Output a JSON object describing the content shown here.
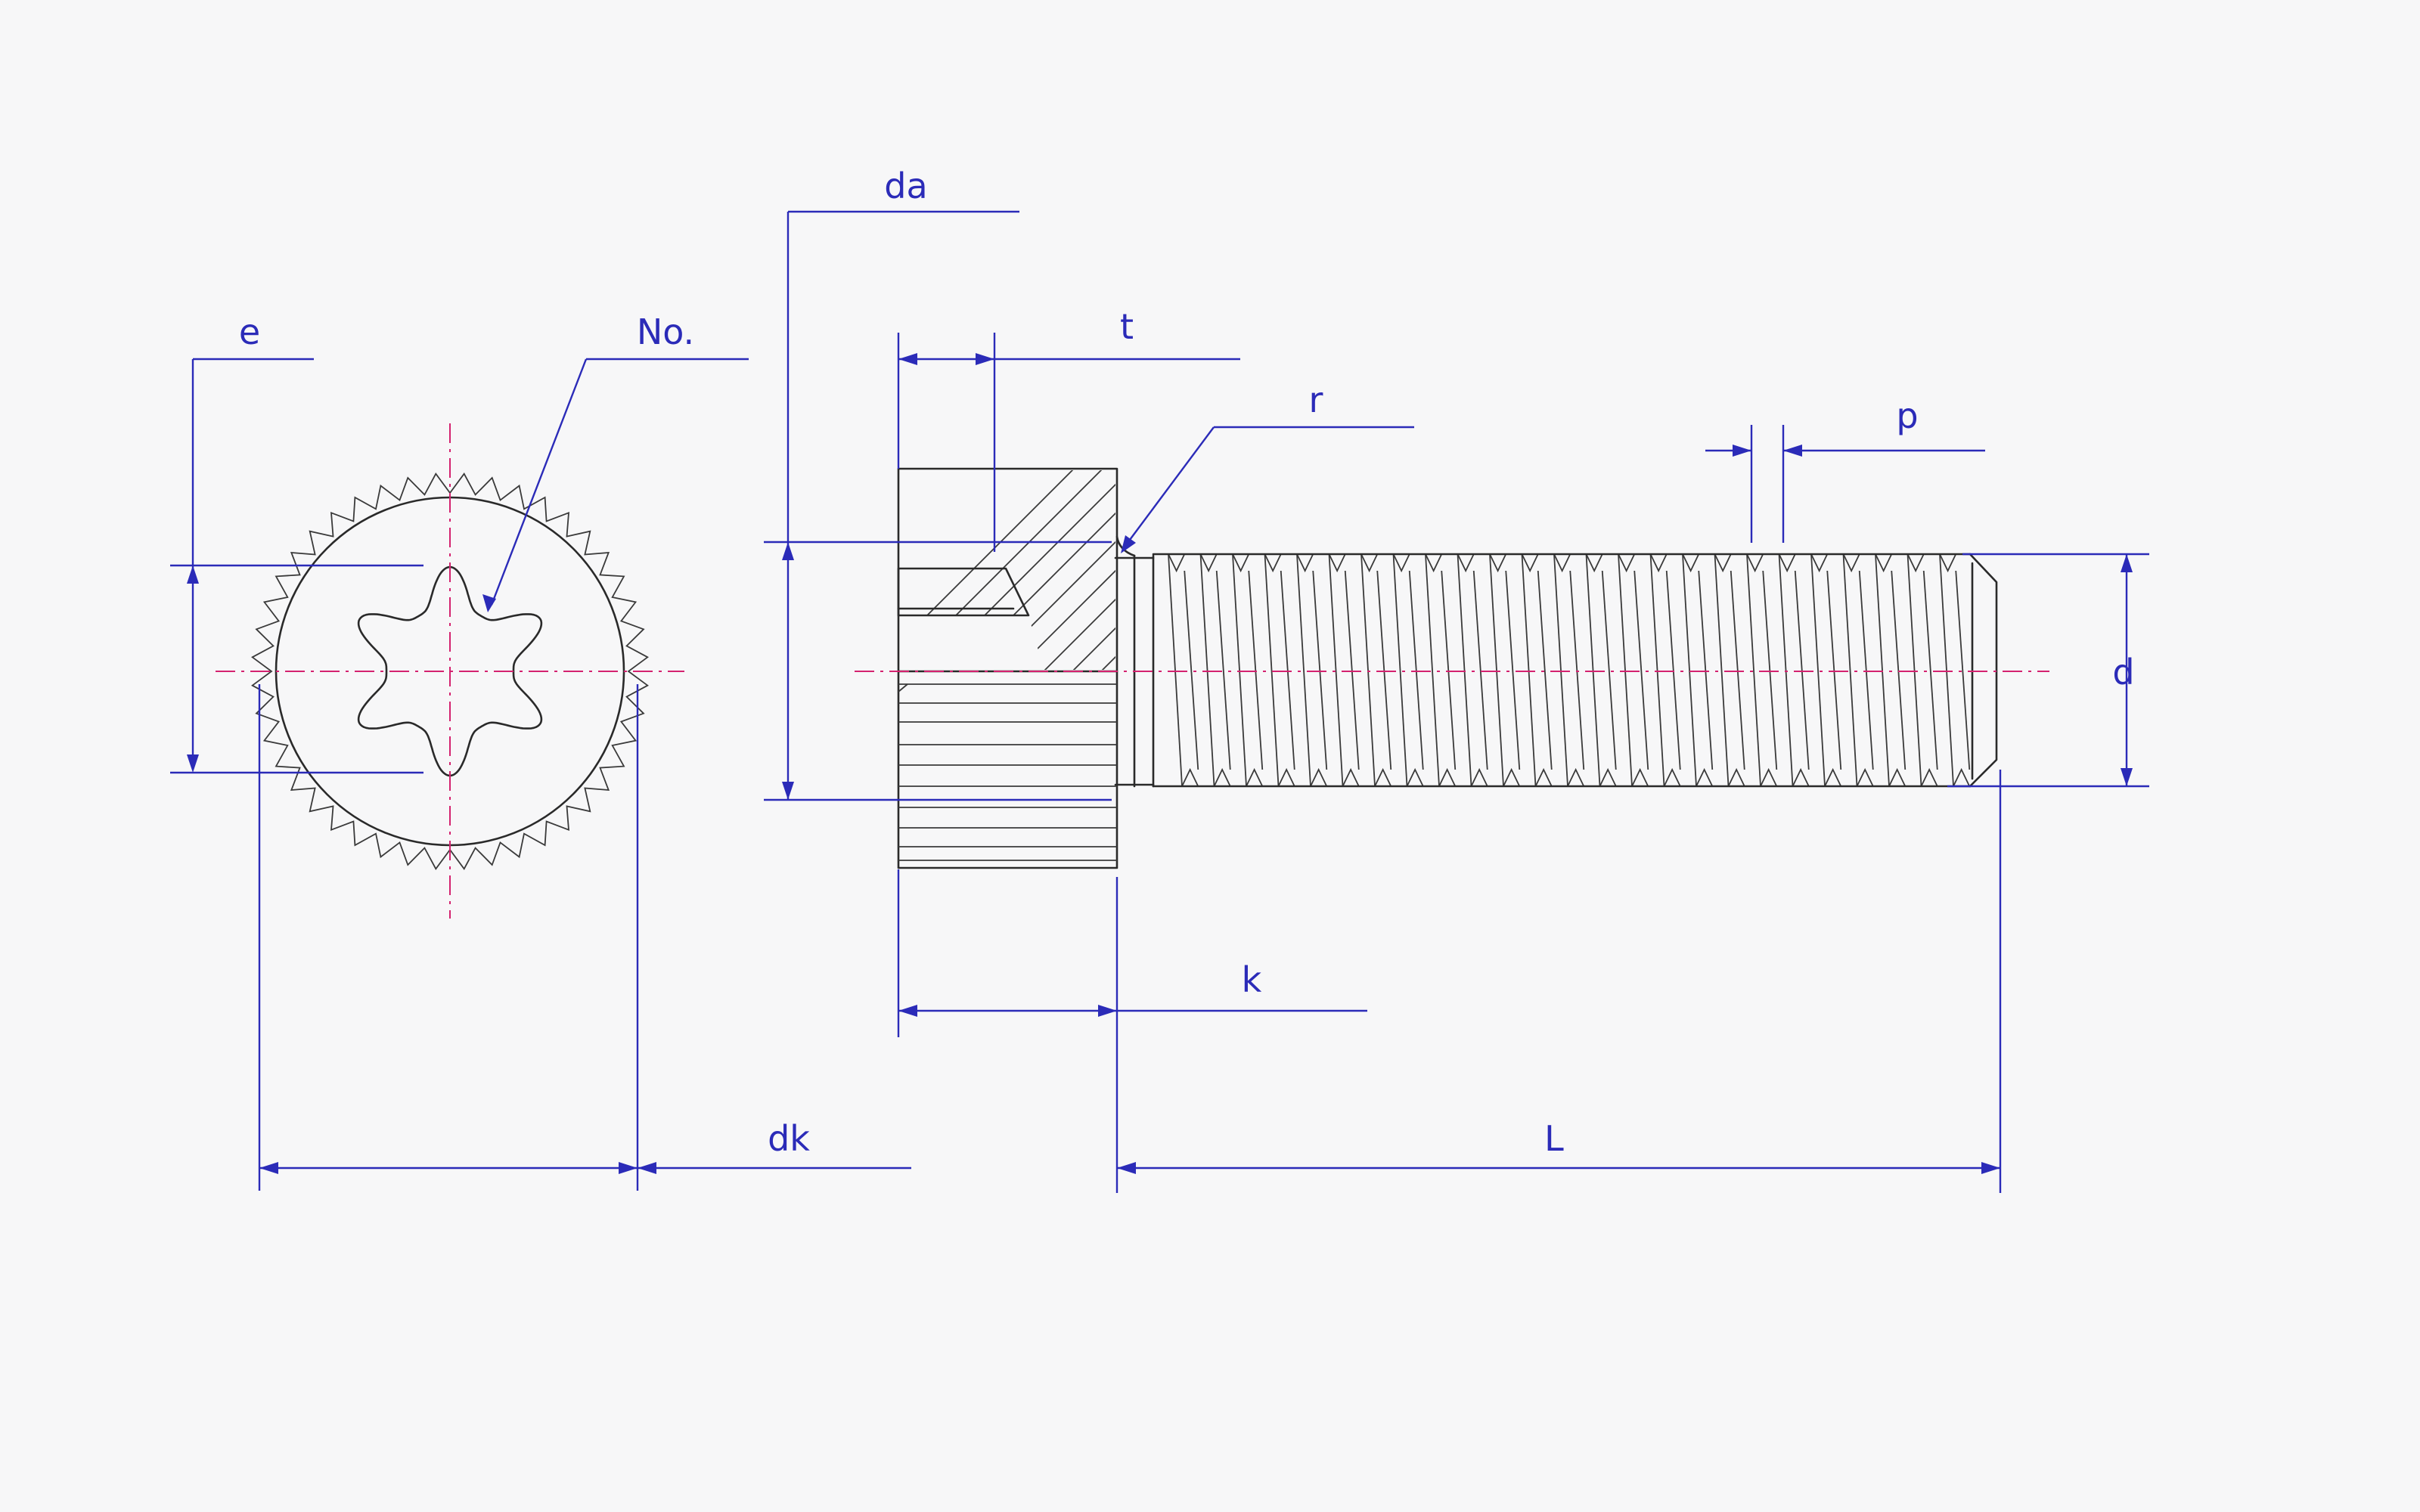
{
  "labels": {
    "e": "e",
    "no": "No.",
    "dk": "dk",
    "da": "da",
    "t": "t",
    "r": "r",
    "k": "k",
    "p": "p",
    "d": "d",
    "L": "L"
  },
  "colors": {
    "dimension": "#2b2bb8",
    "centerline": "#d4226f",
    "outline": "#2a2a2a",
    "background": "#f7f7f8"
  },
  "icons": {
    "drive": "torx-hexalobular-recess",
    "head_texture": "knurled-head"
  }
}
